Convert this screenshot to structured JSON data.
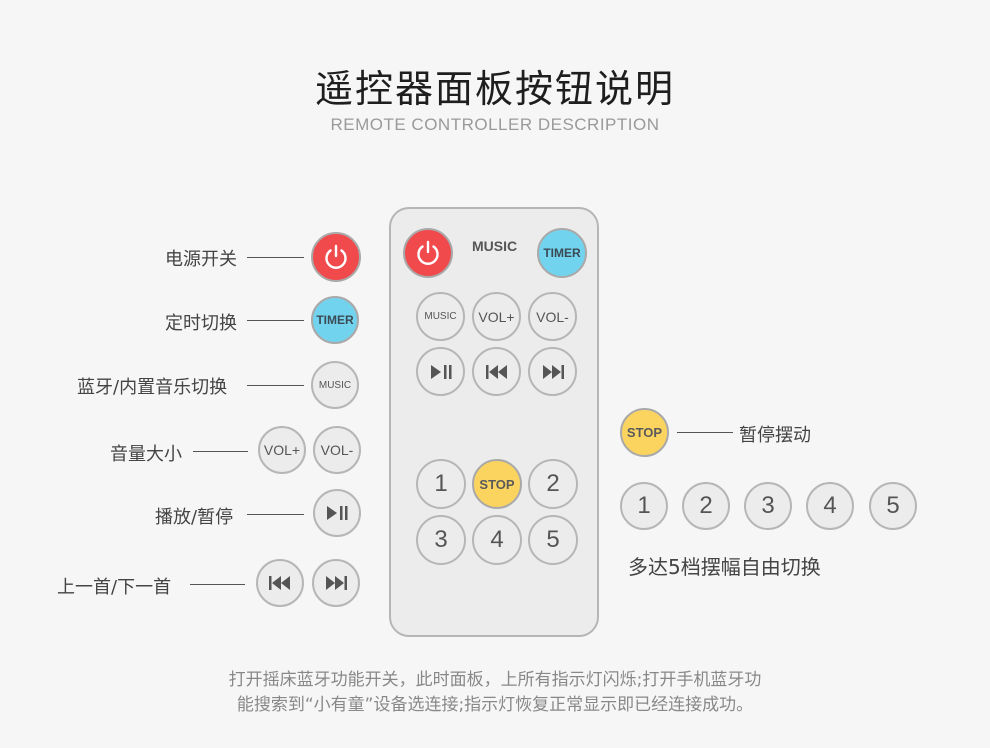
{
  "header": {
    "title": "遥控器面板按钮说明",
    "subtitle": "REMOTE CONTROLLER DESCRIPTION"
  },
  "labels": {
    "power": "电源开关",
    "timer": "定时切换",
    "music": "蓝牙/内置音乐切换",
    "volume": "音量大小",
    "play_pause": "播放/暂停",
    "prev_next": "上一首/下一首",
    "stop": "暂停摆动",
    "swing_levels": "多达5档摆幅自由切换"
  },
  "remote": {
    "music_title": "MUSIC",
    "timer": "TIMER",
    "music": "MUSIC",
    "vol_plus": "VOL+",
    "vol_minus": "VOL-",
    "stop": "STOP",
    "numbers": [
      "1",
      "2",
      "3",
      "4",
      "5"
    ]
  },
  "legend": {
    "timer": "TIMER",
    "music": "MUSIC",
    "vol_plus": "VOL+",
    "vol_minus": "VOL-",
    "stop": "STOP",
    "levels": [
      "1",
      "2",
      "3",
      "4",
      "5"
    ]
  },
  "note": {
    "line1": "打开摇床蓝牙功能开关，此时面板，上所有指示灯闪烁;打开手机蓝牙功",
    "line2": "能搜索到“小有童”设备选连接;指示灯恢复正常显示即已经连接成功。"
  },
  "colors": {
    "power": "#f04a4d",
    "timer": "#72d3ee",
    "stop": "#fbd460",
    "button_bg": "#ececec",
    "border": "#b6b6b6"
  },
  "icons": {
    "power": "power-icon",
    "play_pause": "play-pause-icon",
    "prev": "previous-track-icon",
    "next": "next-track-icon"
  }
}
